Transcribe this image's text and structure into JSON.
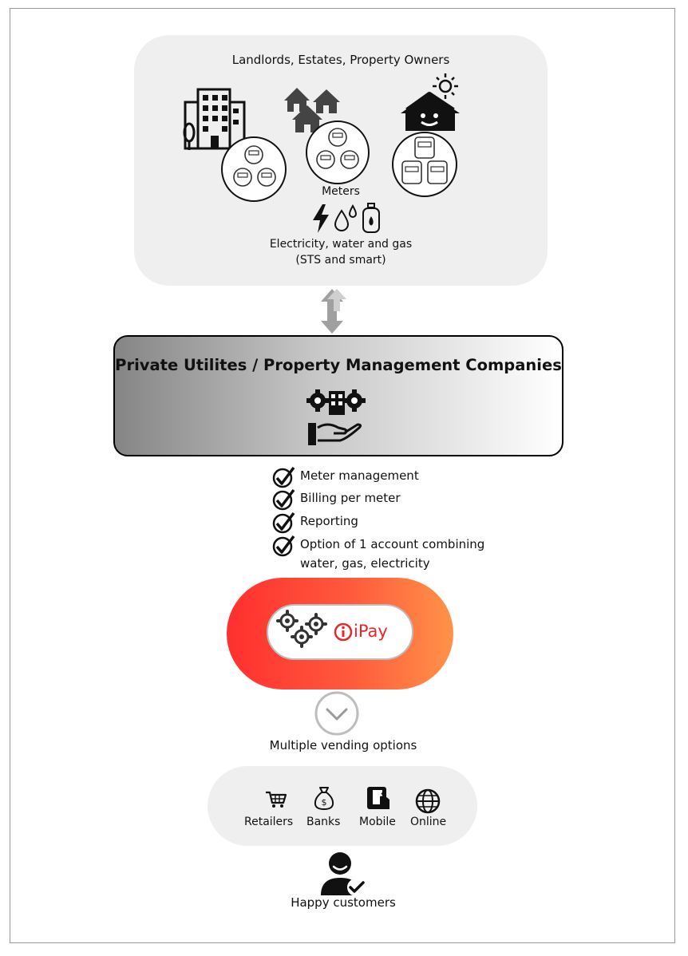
{
  "top_panel": {
    "title": "Landlords, Estates, Property Owners",
    "meters_label": "Meters",
    "utilities_line1": "Electricity, water and gas",
    "utilities_line2": "(STS and smart)",
    "icons": [
      "apartment-building-icon",
      "houses-icon",
      "smart-home-icon",
      "meter-cluster-icon",
      "lightning-icon",
      "water-drop-icon",
      "gas-cylinder-icon"
    ]
  },
  "management": {
    "title": "Private Utilites / Property Management Companies",
    "icon": "hand-building-gears-icon"
  },
  "features": [
    {
      "line1": "Meter management",
      "line2": ""
    },
    {
      "line1": "Billing per meter",
      "line2": ""
    },
    {
      "line1": "Reporting",
      "line2": ""
    },
    {
      "line1": "Option of 1 account combining",
      "line2": "water, gas, electricity"
    }
  ],
  "ipay": {
    "brand": "iPay",
    "colors": {
      "pill_start": "#ff2f2f",
      "pill_end": "#ff9248",
      "brand_red": "#e8262b"
    }
  },
  "vending": {
    "label": "Multiple vending options",
    "options": [
      {
        "label": "Retailers",
        "icon": "shopping-cart-icon"
      },
      {
        "label": "Banks",
        "icon": "money-bag-icon"
      },
      {
        "label": "Mobile",
        "icon": "mobile-phone-icon"
      },
      {
        "label": "Online",
        "icon": "globe-icon"
      }
    ]
  },
  "customers": {
    "label": "Happy customers",
    "icon": "happy-customer-icon"
  }
}
